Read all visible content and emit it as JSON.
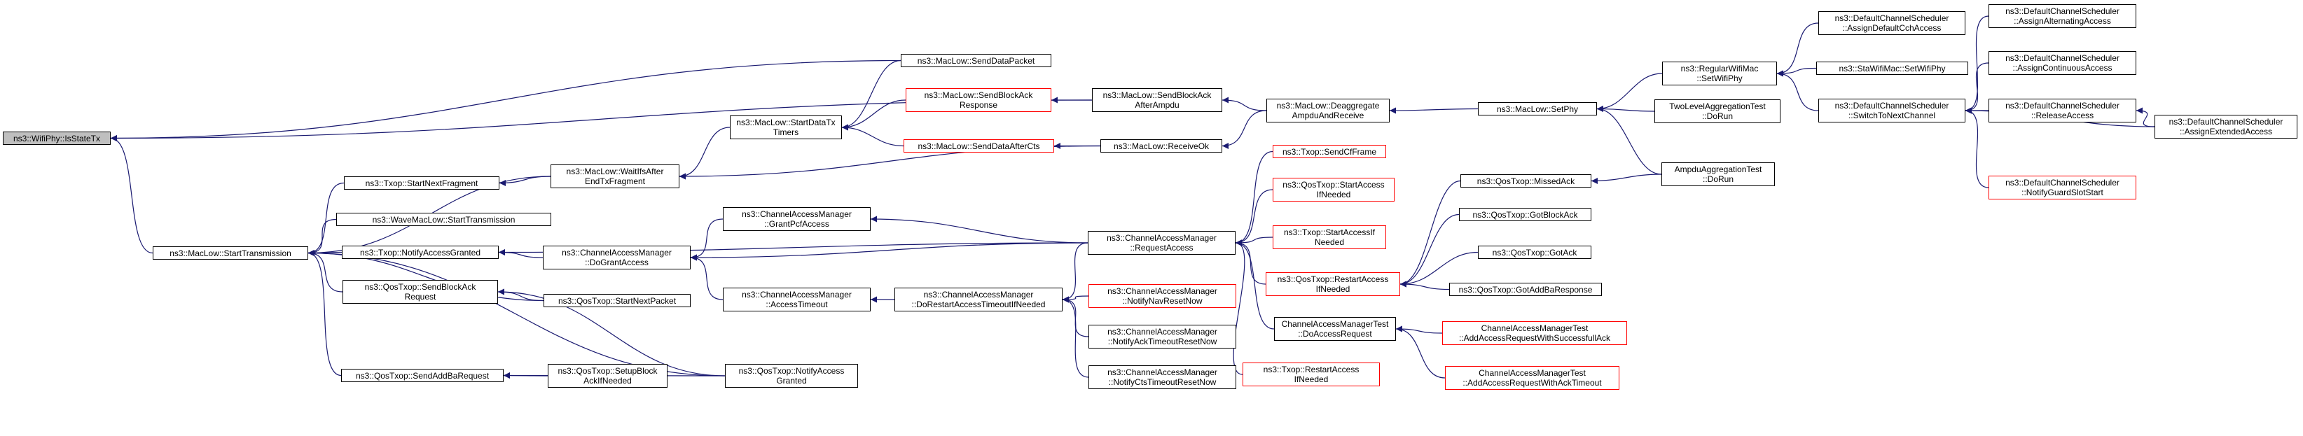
{
  "colors": {
    "edge": "#191970",
    "node_border": "#000000",
    "truncated_border": "#ff0000",
    "root_fill": "#bfbfbf"
  },
  "nodes": {
    "n0": [
      "ns3::WifiPhy::IsStateTx"
    ],
    "n1": [
      "ns3::MacLow::StartTransmission"
    ],
    "n2": [
      "ns3::Txop::StartNextFragment"
    ],
    "n3": [
      "ns3::WaveMacLow::StartTransmission"
    ],
    "n4": [
      "ns3::Txop::NotifyAccessGranted"
    ],
    "n5": [
      "ns3::QosTxop::SendBlockAck",
      "Request"
    ],
    "n6": [
      "ns3::QosTxop::SendAddBaRequest"
    ],
    "n7": [
      "ns3::MacLow::WaitIfsAfter",
      "EndTxFragment"
    ],
    "n8": [
      "ns3::ChannelAccessManager",
      "::DoGrantAccess"
    ],
    "n9": [
      "ns3::QosTxop::StartNextPacket"
    ],
    "n10": [
      "ns3::QosTxop::SetupBlock",
      "AckIfNeeded"
    ],
    "n11": [
      "ns3::QosTxop::NotifyAccess",
      "Granted"
    ],
    "n12": [
      "ns3::MacLow::StartDataTx",
      "Timers"
    ],
    "n13": [
      "ns3::MacLow::SendDataPacket"
    ],
    "n14": [
      "ns3::ChannelAccessManager",
      "::GrantPcfAccess"
    ],
    "n15": [
      "ns3::ChannelAccessManager",
      "::AccessTimeout"
    ],
    "n16": [
      "ns3::MacLow::SendBlockAck",
      "Response"
    ],
    "n17": [
      "ns3::MacLow::SendDataAfterCts"
    ],
    "n18": [
      "ns3::ChannelAccessManager",
      "::DoRestartAccessTimeoutIfNeeded"
    ],
    "n19": [
      "ns3::MacLow::SendBlockAck",
      "AfterAmpdu"
    ],
    "n20": [
      "ns3::MacLow::ReceiveOk"
    ],
    "n21": [
      "ns3::ChannelAccessManager",
      "::RequestAccess"
    ],
    "n22": [
      "ns3::ChannelAccessManager",
      "::NotifyNavResetNow"
    ],
    "n23": [
      "ns3::ChannelAccessManager",
      "::NotifyAckTimeoutResetNow"
    ],
    "n24": [
      "ns3::ChannelAccessManager",
      "::NotifyCtsTimeoutResetNow"
    ],
    "n25": [
      "ns3::MacLow::Deaggregate",
      "AmpduAndReceive"
    ],
    "n26": [
      "ns3::Txop::SendCfFrame"
    ],
    "n27": [
      "ns3::QosTxop::StartAccess",
      "IfNeeded"
    ],
    "n28": [
      "ns3::Txop::StartAccessIf",
      "Needed"
    ],
    "n29": [
      "ns3::QosTxop::RestartAccess",
      "IfNeeded"
    ],
    "n30": [
      "ChannelAccessManagerTest",
      "::DoAccessRequest"
    ],
    "n31": [
      "ns3::Txop::RestartAccess",
      "IfNeeded"
    ],
    "n32": [
      "ns3::MacLow::SetPhy"
    ],
    "n33": [
      "ns3::QosTxop::MissedAck"
    ],
    "n34": [
      "ns3::QosTxop::GotBlockAck"
    ],
    "n35": [
      "ns3::QosTxop::GotAck"
    ],
    "n36": [
      "ns3::QosTxop::GotAddBaResponse"
    ],
    "n37": [
      "ChannelAccessManagerTest",
      "::AddAccessRequestWithSuccessfullAck"
    ],
    "n38": [
      "ChannelAccessManagerTest",
      "::AddAccessRequestWithAckTimeout"
    ],
    "n39": [
      "ns3::RegularWifiMac",
      "::SetWifiPhy"
    ],
    "n40": [
      "TwoLevelAggregationTest",
      "::DoRun"
    ],
    "n41": [
      "AmpduAggregationTest",
      "::DoRun"
    ],
    "n42": [
      "ns3::DefaultChannelScheduler",
      "::AssignDefaultCchAccess"
    ],
    "n43": [
      "ns3::StaWifiMac::SetWifiPhy"
    ],
    "n44": [
      "ns3::DefaultChannelScheduler",
      "::SwitchToNextChannel"
    ],
    "n45": [
      "ns3::DefaultChannelScheduler",
      "::AssignAlternatingAccess"
    ],
    "n46": [
      "ns3::DefaultChannelScheduler",
      "::AssignContinuousAccess"
    ],
    "n47": [
      "ns3::DefaultChannelScheduler",
      "::ReleaseAccess"
    ],
    "n48": [
      "ns3::DefaultChannelScheduler",
      "::NotifyGuardSlotStart"
    ],
    "n49": [
      "ns3::DefaultChannelScheduler",
      "::AssignExtendedAccess"
    ]
  }
}
